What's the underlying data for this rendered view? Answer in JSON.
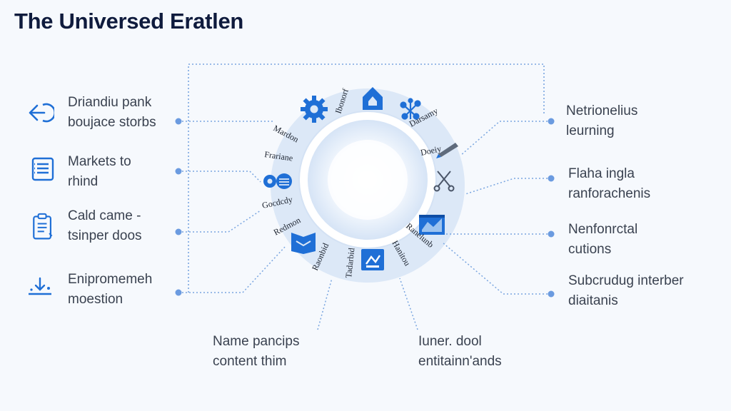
{
  "title": "The Universed Eratlen",
  "left_items": [
    {
      "line1": "Driandiu pank",
      "line2": "boujace storbs",
      "icon": "exit-arrow-icon"
    },
    {
      "line1": "Markets to",
      "line2": "rhind",
      "icon": "list-document-icon"
    },
    {
      "line1": "Cald came -",
      "line2": "tsinper doos",
      "icon": "clipboard-icon"
    },
    {
      "line1": "Enipromemeh",
      "line2": "moestion",
      "icon": "download-tray-icon"
    }
  ],
  "right_items": [
    {
      "line1": "Netrionelius",
      "line2": "leurning"
    },
    {
      "line1": "Flaha ingla",
      "line2": "ranforachenis"
    },
    {
      "line1": "Nenfonrctal",
      "line2": "cutions"
    },
    {
      "line1": "Subcrudug interber",
      "line2": "diaitanis"
    }
  ],
  "bottom_items": [
    {
      "line1": "Name pancips",
      "line2": "content thim"
    },
    {
      "line1": "Iuner. dool",
      "line2": "entitainn'ands"
    }
  ],
  "ring_labels": {
    "top": "Ibonorf",
    "upper_left": "Mardon",
    "left": "Frariane",
    "lower_left": "Gocdcdy",
    "bottom_left": "Redmon",
    "bottom_1": "Raonbid",
    "bottom_2": "Tadarbid",
    "bottom_3": "Hanitou",
    "lower_right": "Ranelunb",
    "upper_right": "Darsamy",
    "right": "Doeiy"
  },
  "colors": {
    "accent": "#1f6fd6",
    "ring": "#dbe7f6",
    "connector": "#7aa6e0"
  }
}
